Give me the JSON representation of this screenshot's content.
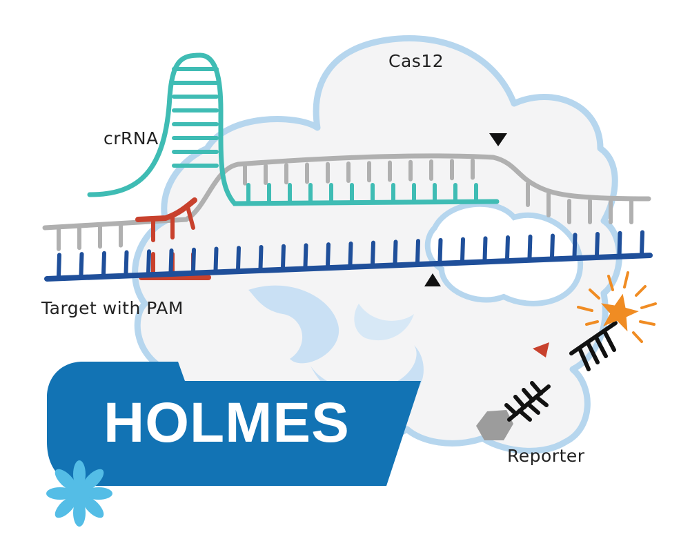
{
  "labels": {
    "protein": "Cas12",
    "guide": "crRNA",
    "target": "Target with PAM",
    "reporter": "Reporter"
  },
  "banner": {
    "title": "HOLMES"
  },
  "colors": {
    "protein_fill": "#f4f4f5",
    "protein_outline": "#b6d6ee",
    "protein_shading": "#c9e0f4",
    "crrna": "#3fbcb4",
    "nontarget_strand": "#b0b0b0",
    "target_strand": "#1f4f9a",
    "pam": "#c8412d",
    "banner": "#1273b4",
    "cut_marker": "#111111",
    "reporter_marker": "#c8412d",
    "fluorophore": "#f08c23",
    "quencher": "#9c9c9c",
    "snowflake": "#54bde6"
  },
  "icons": [
    "cut-site-marker-icon",
    "fluorophore-star-icon",
    "quencher-icon",
    "snowflake-icon"
  ]
}
